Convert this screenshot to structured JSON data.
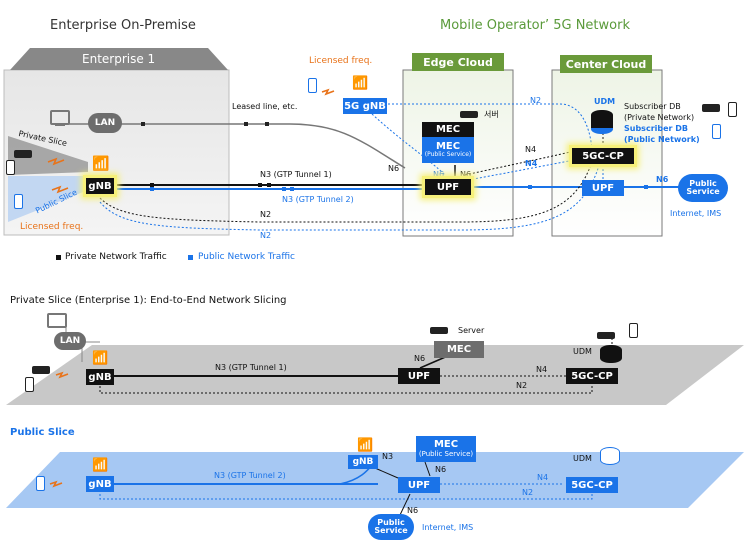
{
  "top": {
    "enterprise_title": "Enterprise On-Premise",
    "operator_title": "Mobile Operator’ 5G Network",
    "enterprise_tab": "Enterprise 1",
    "edge_cloud": "Edge Cloud",
    "center_cloud": "Center Cloud",
    "lan": "LAN",
    "leased": "Leased line, etc.",
    "licensed_top": "Licensed freq.",
    "licensed_bottom": "Licensed freq.",
    "gnb5g": "5G gNB",
    "private_slice": "Private Slice",
    "public_slice": "Public Slice",
    "gnb": "gNB",
    "n3_t1": "N3 (GTP Tunnel 1)",
    "n3_t2": "N3 (GTP Tunnel 2)",
    "n2a": "N2",
    "n2b": "N2",
    "n2c": "N2",
    "n6a": "N6",
    "n6b": "N6",
    "n6c": "N6",
    "n6d": "N6",
    "n4a": "N4",
    "n4b": "N4",
    "mec": "MEC",
    "mec_pub1": "MEC",
    "mec_pub2": "(Public Service)",
    "server_label": "서버",
    "upf_edge": "UPF",
    "upf_center": "UPF",
    "udm": "UDM",
    "cp": "5GC-CP",
    "subdb1": "Subscriber DB",
    "subdb2": "(Private Network)",
    "subdb3": "Subscriber DB",
    "subdb4": "(Public Network)",
    "public_service1": "Public",
    "public_service2": "Service",
    "internet": "Internet, IMS"
  },
  "legend": {
    "private": "Private Network Traffic",
    "public": "Public Network Traffic"
  },
  "private_section": {
    "title": "Private Slice (Enterprise 1): End-to-End Network Slicing",
    "lan": "LAN",
    "server": "Server",
    "mec": "MEC",
    "gnb": "gNB",
    "n3": "N3 (GTP Tunnel 1)",
    "n6": "N6",
    "upf": "UPF",
    "n4": "N4",
    "n2": "N2",
    "udm": "UDM",
    "cp": "5GC-CP"
  },
  "public_section": {
    "title": "Public Slice",
    "gnb": "gNB",
    "gnb2": "gNB",
    "n3a": "N3",
    "n3": "N3 (GTP Tunnel 2)",
    "mec1": "MEC",
    "mec2": "(Public Service)",
    "n6a": "N6",
    "upf": "UPF",
    "n6b": "N6",
    "n4": "N4",
    "n2": "N2",
    "udm": "UDM",
    "cp": "5GC-CP",
    "ps1": "Public",
    "ps2": "Service",
    "internet": "Internet, IMS"
  },
  "colors": {
    "private": "#111111",
    "public": "#1a73e8",
    "orange": "#e8731a",
    "green": "#5a9a3a"
  }
}
